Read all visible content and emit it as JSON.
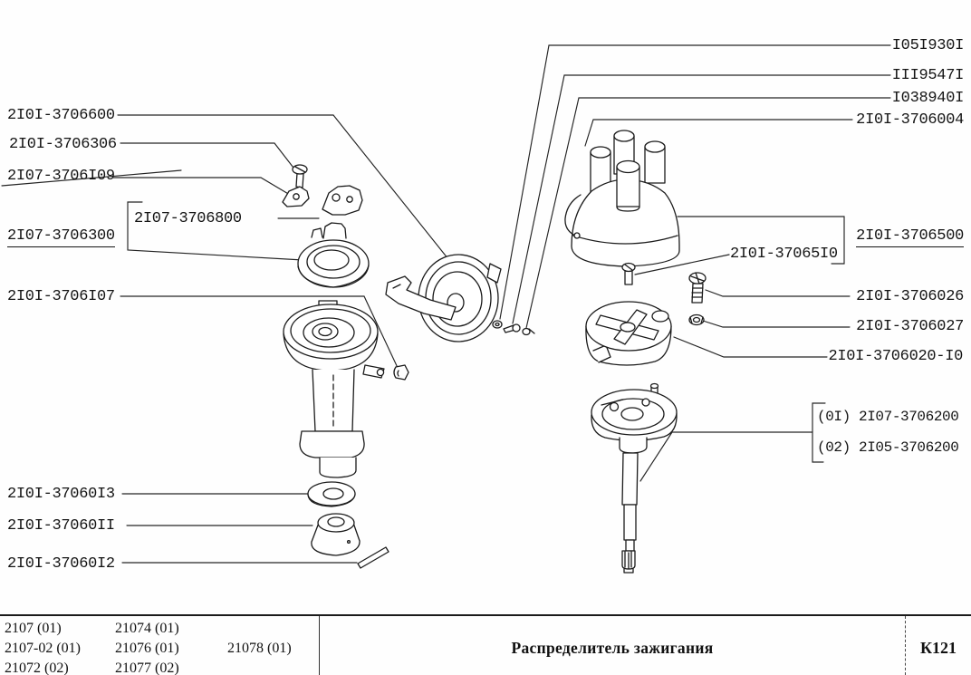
{
  "diagram": {
    "callouts": {
      "left": [
        "2I0I-3706600",
        "2I0I-3706306",
        "2I07-3706I09",
        "2I07-3706800",
        "2I07-3706300",
        "2I0I-3706I07",
        "2I0I-37060I3",
        "2I0I-37060II",
        "2I0I-37060I2"
      ],
      "right_top": [
        "I05I930I",
        "III9547I",
        "I038940I",
        "2I0I-3706004"
      ],
      "right": [
        "2I0I-3706500",
        "2I0I-37065I0",
        "2I0I-3706026",
        "2I0I-3706027",
        "2I0I-3706020-I0"
      ],
      "variants": [
        "(0I) 2I07-3706200",
        "(02) 2I05-3706200"
      ]
    }
  },
  "footer": {
    "models_col1": [
      "2107 (01)",
      "2107-02 (01)",
      "21072 (02)"
    ],
    "models_col2": [
      "21074 (01)",
      "21076 (01)",
      "21077 (02)"
    ],
    "models_col3": [
      "21078 (01)"
    ],
    "title": "Распределитель зажигания",
    "sheet_code": "К121"
  }
}
